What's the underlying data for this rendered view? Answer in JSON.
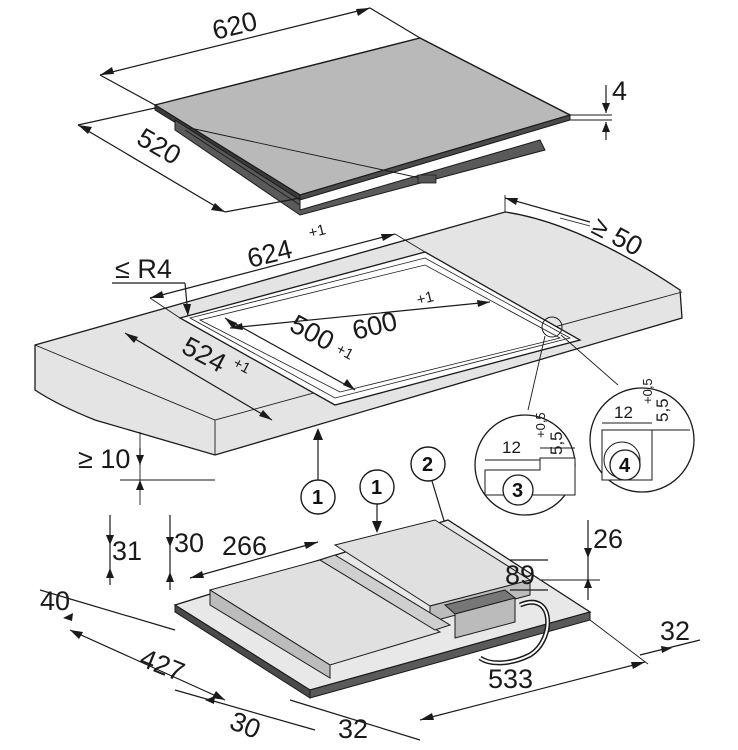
{
  "dimensions": {
    "hob_width": "620",
    "hob_depth": "520",
    "hob_thickness": "4",
    "cutout_width": "624",
    "cutout_width_tol": "+1",
    "corner_radius": "≤ R4",
    "rear_clearance": "≥ 50",
    "inner_width": "600",
    "inner_width_tol": "+1",
    "inner_depth": "500",
    "inner_depth_tol": "+1",
    "cutout_depth": "524",
    "cutout_depth_tol": "+1",
    "min_front": "≥ 10",
    "height_31": "31",
    "height_30": "30",
    "width_266": "266",
    "height_26": "26",
    "width_89": "89",
    "side_40": "40",
    "depth_427": "427",
    "front_30": "30",
    "front_32": "32",
    "width_533": "533",
    "right_32": "32"
  },
  "details": {
    "detail3": {
      "label": "3",
      "width": "12",
      "height": "5,5",
      "tolerance": "+0,5"
    },
    "detail4": {
      "label": "4",
      "width": "12",
      "height": "5,5",
      "tolerance": "+0,5"
    }
  },
  "callouts": {
    "one_a": "1",
    "one_b": "1",
    "two": "2"
  }
}
